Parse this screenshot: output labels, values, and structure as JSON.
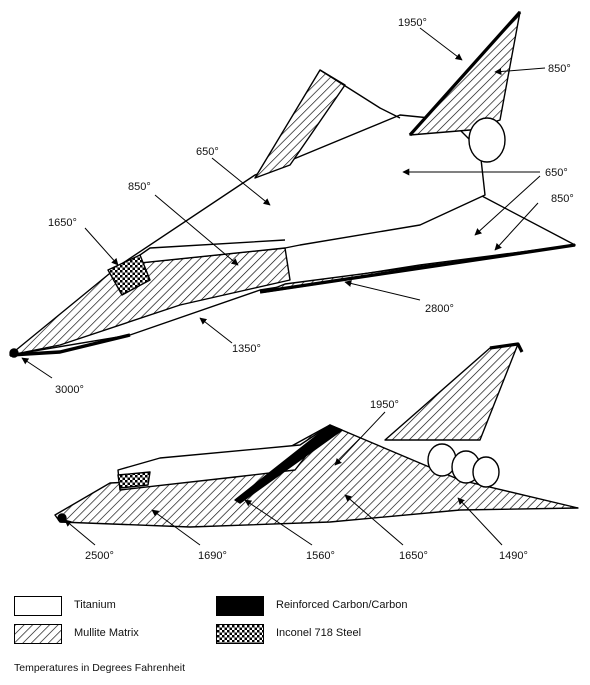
{
  "colors": {
    "titanium": "#ffffff",
    "carbon": "#000000",
    "outline": "#000000"
  },
  "top_view": {
    "labels": {
      "tail_tip": "1950°",
      "tail_body": "850°",
      "fuselage_upper": "650°",
      "fuselage_aft": "650°",
      "chine": "850°",
      "wing_edge": "850°",
      "canopy": "1650°",
      "leading_edge": "2800°",
      "chine_lower": "1350°",
      "nose": "3000°"
    }
  },
  "bottom_view": {
    "labels": {
      "tail": "1950°",
      "nose": "2500°",
      "forebody": "1690°",
      "mid": "1560°",
      "wing": "1650°",
      "aft": "1490°"
    }
  },
  "legend": {
    "items": [
      {
        "key": "titanium",
        "label": "Titanium",
        "pattern": "plain"
      },
      {
        "key": "mullite",
        "label": "Mullite Matrix",
        "pattern": "hatch"
      },
      {
        "key": "carbon",
        "label": "Reinforced Carbon/Carbon",
        "pattern": "solid"
      },
      {
        "key": "inconel",
        "label": "Inconel 718 Steel",
        "pattern": "checker"
      }
    ]
  },
  "footnote": "Temperatures in Degrees Fahrenheit"
}
